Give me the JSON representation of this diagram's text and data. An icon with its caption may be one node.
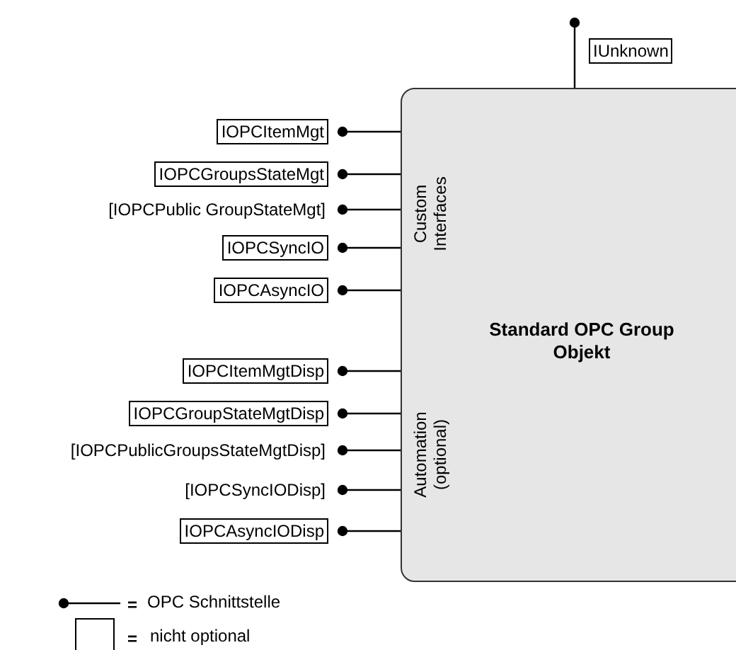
{
  "diagram": {
    "nodes": [
      {
        "text": [
          "IUnknown"
        ]
      },
      {
        "text": [
          "IOPCItemMgt"
        ]
      },
      {
        "text": [
          "IOPCGroupsStateMgt"
        ]
      },
      {
        "text": [
          "[IOPCPublic GroupStateMgt]"
        ]
      },
      {
        "text": [
          "IOPCSyncIO"
        ]
      },
      {
        "text": [
          "IOPCAsyncIO"
        ]
      },
      {
        "text": [
          "IOPCItemMgtDisp"
        ]
      },
      {
        "text": [
          "IOPCGroupStateMgtDisp"
        ]
      },
      {
        "text": [
          "[IOPCPublicGroupsStateMgtDisp]"
        ]
      },
      {
        "text": [
          "[IOPCSyncIODisp]"
        ]
      },
      {
        "text": [
          "IOPCAsyncIODisp"
        ]
      },
      {
        "text": [
          "Custom Interfaces",
          "Automation (optional)",
          "Standard OPC Group Objekt"
        ]
      }
    ],
    "edges": [
      {
        "from": 0,
        "to": 11,
        "arrow": "other"
      },
      {
        "from": 1,
        "to": 11,
        "arrow": "other"
      },
      {
        "from": 2,
        "to": 11,
        "arrow": "other"
      },
      {
        "from": 3,
        "to": 11,
        "arrow": "other"
      },
      {
        "from": 4,
        "to": 11,
        "arrow": "other"
      },
      {
        "from": 5,
        "to": 11,
        "arrow": "other"
      },
      {
        "from": 6,
        "to": 11,
        "arrow": "other"
      },
      {
        "from": 7,
        "to": 11,
        "arrow": "other"
      },
      {
        "from": 8,
        "to": 11,
        "arrow": "other"
      },
      {
        "from": 9,
        "to": 11,
        "arrow": "other"
      },
      {
        "from": 10,
        "to": 11,
        "arrow": "other"
      }
    ],
    "labels": [
      "=",
      "="
    ],
    "legend": [
      {
        "text": "OPC Schnittstelle"
      },
      {
        "text": "nicht optional"
      }
    ]
  }
}
